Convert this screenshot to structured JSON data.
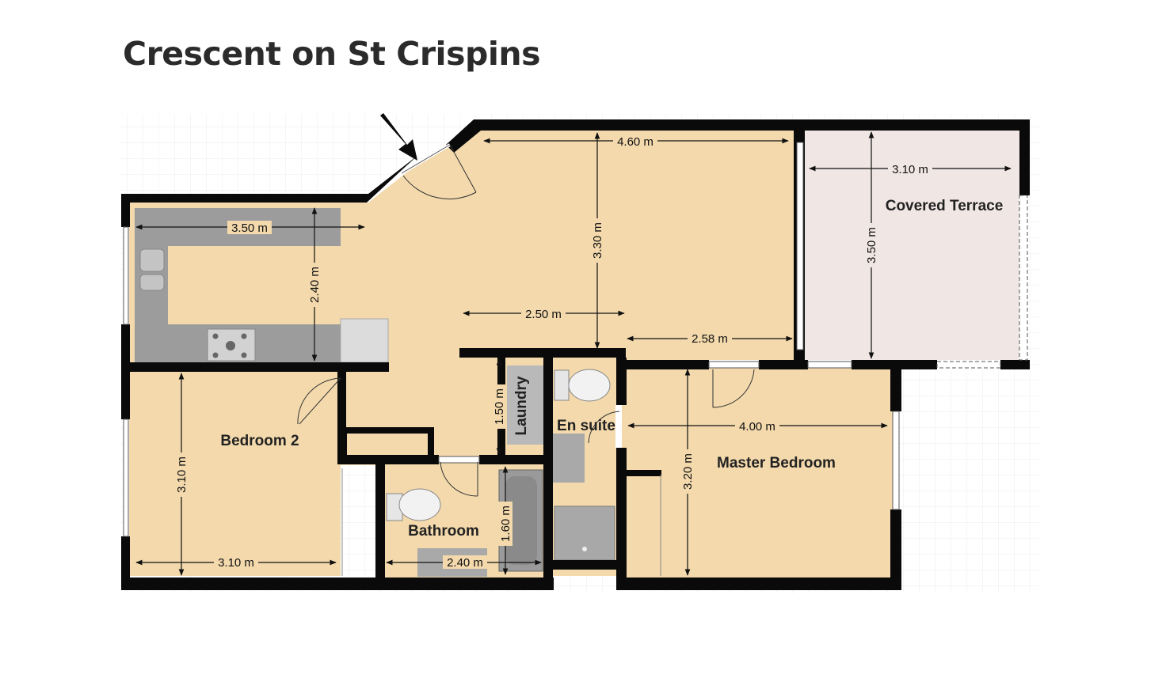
{
  "title": "Crescent on St Crispins",
  "colors": {
    "floor": "#f3d9ac",
    "terrace": "#f0e6e3",
    "wall": "#0a0a0a",
    "bench": "#9c9c9c",
    "grid": "#ececec"
  },
  "rooms": {
    "covered_terrace": "Covered Terrace",
    "bedroom_2": "Bedroom 2",
    "laundry": "Laundry",
    "en_suite": "En suite",
    "master_bedroom": "Master Bedroom",
    "bathroom": "Bathroom"
  },
  "dimensions": {
    "living_width": "4.60 m",
    "living_depth": "3.30 m",
    "kitchen_width": "3.50 m",
    "kitchen_depth": "2.40 m",
    "living_mid": "2.50 m",
    "living_lower": "2.58 m",
    "terrace_width": "3.10 m",
    "terrace_depth": "3.50 m",
    "laundry_depth": "1.50 m",
    "master_width": "4.00 m",
    "master_depth": "3.20 m",
    "bed2_depth": "3.10 m",
    "bed2_width": "3.10 m",
    "bath_depth": "1.60 m",
    "bath_width": "2.40 m"
  },
  "icons": [
    "entry-arrow-icon",
    "sink-icon",
    "cooktop-icon",
    "toilet-icon",
    "bathtub-icon",
    "shower-icon"
  ]
}
